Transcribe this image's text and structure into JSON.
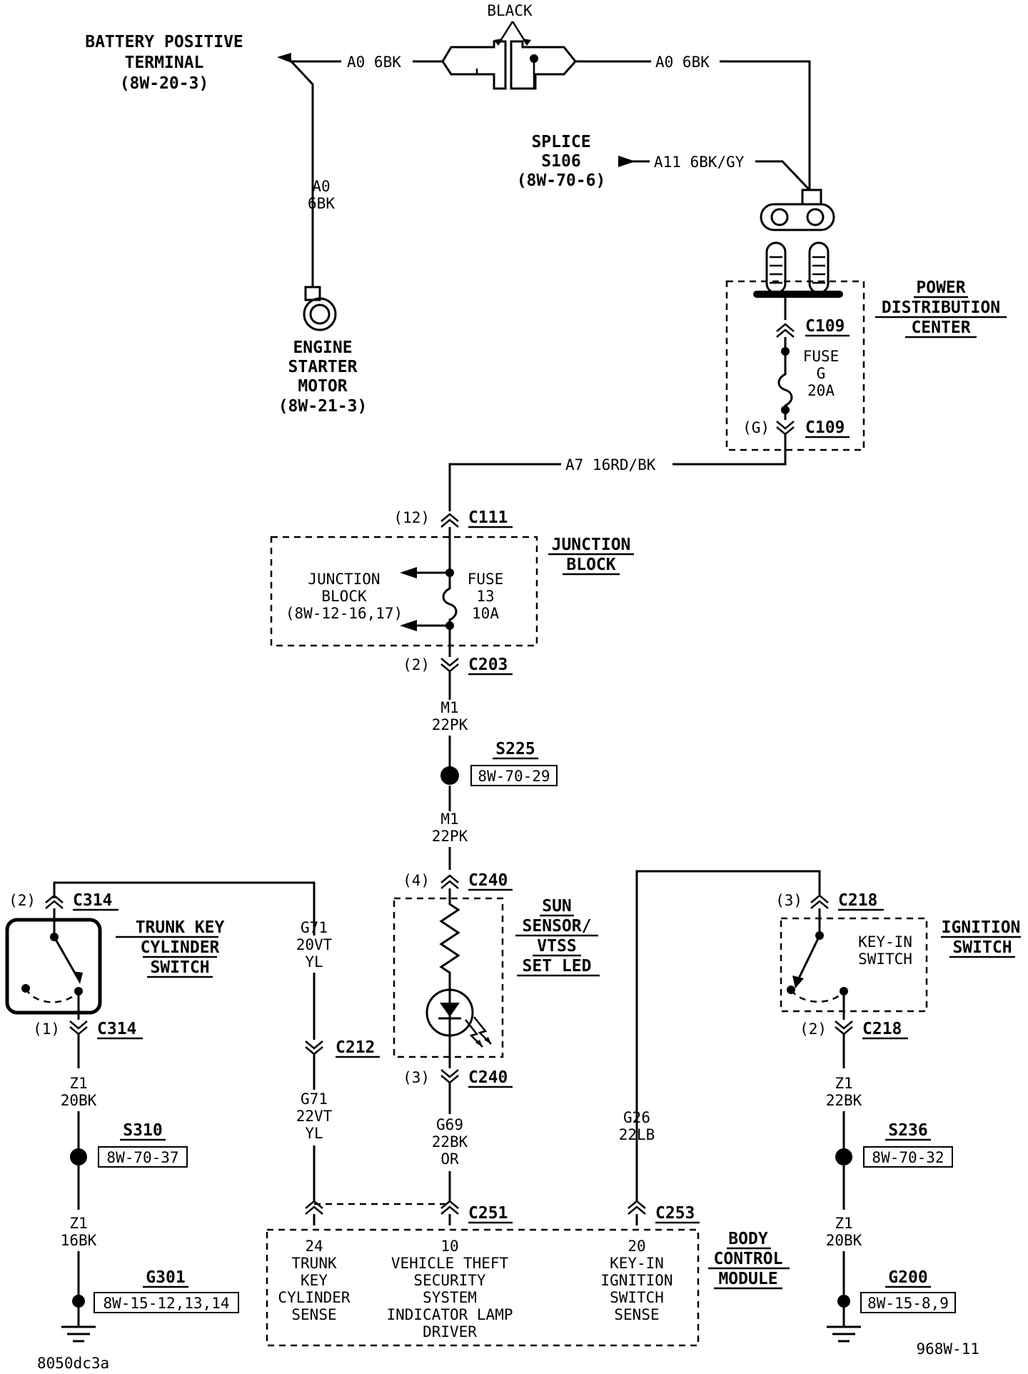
{
  "battery": {
    "title": [
      "BATTERY POSITIVE",
      "TERMINAL",
      "(8W-20-3)"
    ]
  },
  "top_connector": {
    "label": "BLACK"
  },
  "wires": {
    "a0_left": "A0 6BK",
    "a0_right": "A0 6BK",
    "a0_vert": [
      "A0",
      "6BK"
    ],
    "a11": "A11 6BK/GY",
    "a7": "A7 16RD/BK",
    "m1_upper": [
      "M1",
      "22PK"
    ],
    "m1_lower": [
      "M1",
      "22PK"
    ],
    "g71_upper": [
      "G71",
      "20VT",
      "YL"
    ],
    "g71_lower": [
      "G71",
      "22VT",
      "YL"
    ],
    "g69": [
      "G69",
      "22BK",
      "OR"
    ],
    "g26": [
      "G26",
      "22LB"
    ],
    "z1_left_upper": [
      "Z1",
      "20BK"
    ],
    "z1_left_lower": [
      "Z1",
      "16BK"
    ],
    "z1_right_upper": [
      "Z1",
      "22BK"
    ],
    "z1_right_lower": [
      "Z1",
      "20BK"
    ]
  },
  "starter": {
    "title": [
      "ENGINE",
      "STARTER",
      "MOTOR",
      "(8W-21-3)"
    ]
  },
  "splice_s106": {
    "title": [
      "SPLICE",
      "S106",
      "(8W-70-6)"
    ]
  },
  "pdc": {
    "title": [
      "POWER",
      "DISTRIBUTION",
      "CENTER"
    ],
    "fuse": [
      "FUSE",
      "G",
      "20A"
    ],
    "connector": "C109",
    "pin_g": "(G)"
  },
  "junction_block": {
    "title": [
      "JUNCTION",
      "BLOCK"
    ],
    "inner": [
      "JUNCTION",
      "BLOCK",
      "(8W-12-16,17)"
    ],
    "fuse": [
      "FUSE",
      "13",
      "10A"
    ],
    "c111": "C111",
    "c111_pin": "(12)",
    "c203": "C203",
    "c203_pin": "(2)"
  },
  "s225": {
    "name": "S225",
    "ref": "8W-70-29"
  },
  "sun_sensor": {
    "title": [
      "SUN",
      "SENSOR/",
      "VTSS",
      "SET LED"
    ],
    "c240": "C240",
    "pin_top": "(4)",
    "pin_bottom": "(3)"
  },
  "trunk_switch": {
    "title": [
      "TRUNK KEY",
      "CYLINDER",
      "SWITCH"
    ],
    "c314": "C314",
    "pin_top": "(2)",
    "pin_bottom": "(1)"
  },
  "c212": "C212",
  "s310": {
    "name": "S310",
    "ref": "8W-70-37"
  },
  "g301": {
    "name": "G301",
    "ref": "8W-15-12,13,14"
  },
  "ignition_switch": {
    "title": [
      "IGNITION",
      "SWITCH"
    ],
    "inner": [
      "KEY-IN",
      "SWITCH"
    ],
    "c218": "C218",
    "pin_top": "(3)",
    "pin_bottom": "(2)"
  },
  "s236": {
    "name": "S236",
    "ref": "8W-70-32"
  },
  "g200": {
    "name": "G200",
    "ref": "8W-15-8,9"
  },
  "bcm": {
    "title": [
      "BODY",
      "CONTROL",
      "MODULE"
    ],
    "c251": "C251",
    "c253": "C253",
    "pins": {
      "p24": [
        "24",
        "TRUNK",
        "KEY",
        "CYLINDER",
        "SENSE"
      ],
      "p10": [
        "10",
        "VEHICLE THEFT",
        "SECURITY",
        "SYSTEM",
        "INDICATOR LAMP",
        "DRIVER"
      ],
      "p20": [
        "20",
        "KEY-IN",
        "IGNITION",
        "SWITCH",
        "SENSE"
      ]
    }
  },
  "footer": {
    "left": "8050dc3a",
    "right": "968W-11"
  }
}
